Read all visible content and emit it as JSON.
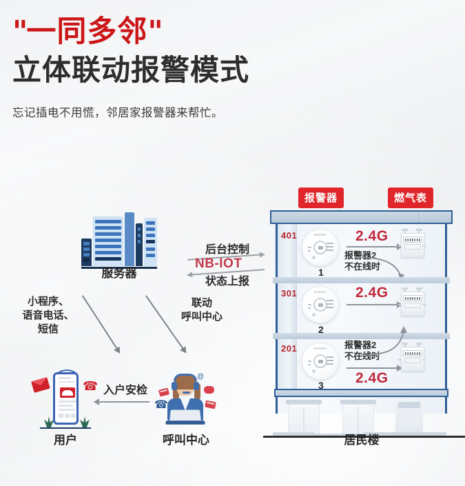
{
  "header": {
    "quote_open": "\"",
    "title_line1": "一同多邻",
    "quote_close": "\"",
    "title_line2": "立体联动报警模式",
    "subtitle": "忘记插电不用慌，邻居家报警器来帮忙。"
  },
  "colors": {
    "brand_red": "#cc1517",
    "badge_red": "#e0262b",
    "accent_crimson": "#c0283c",
    "building_outline": "#2e5f96",
    "arrow_grey": "#8d949b",
    "text_dark": "#2b2b2b"
  },
  "badges": {
    "alarm": "报警器",
    "gas_meter": "燃气表"
  },
  "server": {
    "caption": "服务器",
    "icon": "server-rack-icon"
  },
  "links": {
    "backend_control": "后台控制",
    "protocol": "NB-IOT",
    "status_report": "状态上报",
    "notify_channels": "小程序、\n语音电话、\n短信",
    "call_center_link": "联动\n呼叫中心",
    "home_inspection": "入户安检"
  },
  "user": {
    "caption": "用户",
    "icons": [
      "envelope-icon",
      "bell-icon",
      "telephone-icon",
      "smartphone-icon"
    ]
  },
  "call_center": {
    "caption": "呼叫中心",
    "icon": "headset-operator-icon"
  },
  "building": {
    "caption": "居民楼",
    "floors": [
      {
        "number": "401",
        "device_index": "1",
        "wireless": "2.4G",
        "note": "报警器2\n不在线时",
        "note_position": "below"
      },
      {
        "number": "301",
        "device_index": "2",
        "wireless": "2.4G",
        "note": "",
        "note_position": "none"
      },
      {
        "number": "201",
        "device_index": "3",
        "wireless": "2.4G",
        "note": "报警器2\n不在线时",
        "note_position": "above"
      }
    ]
  }
}
